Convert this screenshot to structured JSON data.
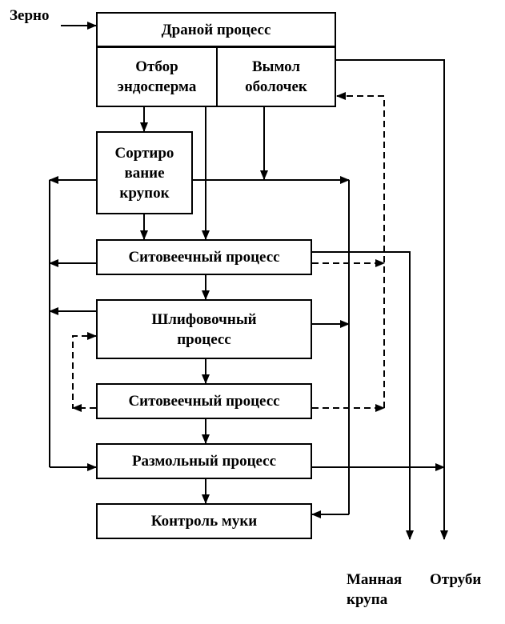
{
  "input_label": "Зерно",
  "nodes": {
    "dranoy": "Драной процесс",
    "otbor": "Отбор\nэндосперма",
    "vymol": "Вымол\nоболочек",
    "sort": "Сортиро\nвание\nкрупок",
    "sito1": "Ситовеечный процесс",
    "shlif": "Шлифовочный\nпроцесс",
    "sito2": "Ситовеечный процесс",
    "razmol": "Размольный процесс",
    "kontrol": "Контроль муки"
  },
  "outputs": {
    "mannaya": "Манная\nкрупа",
    "otrubi": "Отруби"
  }
}
